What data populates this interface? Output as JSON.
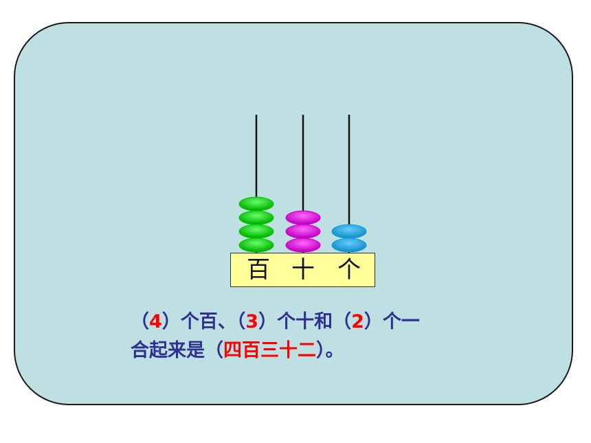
{
  "abacus": {
    "columns": [
      {
        "label": "百",
        "beads": 4,
        "color": "#00cc00"
      },
      {
        "label": "十",
        "beads": 3,
        "color": "#cc00cc"
      },
      {
        "label": "个",
        "beads": 2,
        "color": "#1a9fd6"
      }
    ]
  },
  "sentence": {
    "line1": {
      "p1": "（",
      "a1": "4",
      "p2": "）个百、（",
      "a2": "3",
      "p3": "）个十和（",
      "a3": "2",
      "p4": "）个一"
    },
    "line2": {
      "p1": "合起来是（",
      "a1": "四百三十二",
      "p2": "）。"
    }
  }
}
